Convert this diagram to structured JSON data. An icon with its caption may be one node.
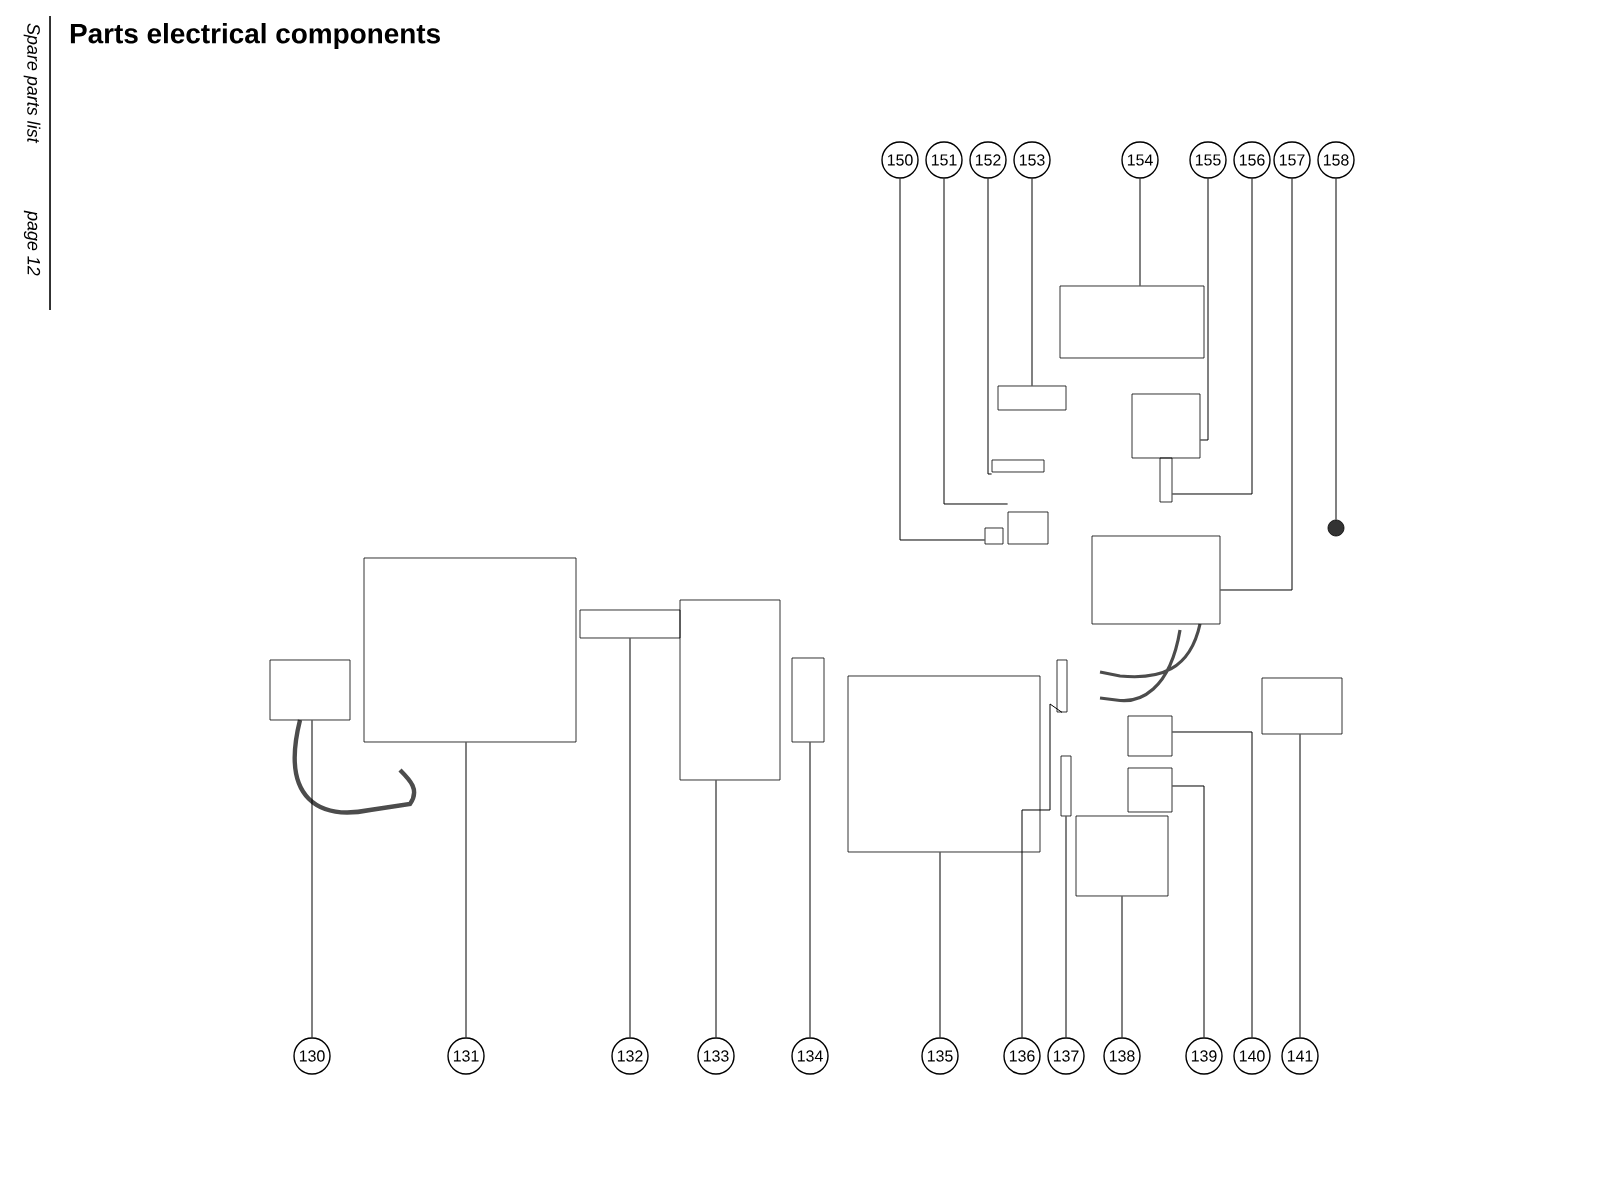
{
  "diagram": {
    "title": "Parts electrical components",
    "nodes": [
      {
        "text": [
          "150"
        ]
      },
      {
        "text": [
          "151"
        ]
      },
      {
        "text": [
          "152"
        ]
      },
      {
        "text": [
          "153"
        ]
      },
      {
        "text": [
          "154"
        ]
      },
      {
        "text": [
          "155"
        ]
      },
      {
        "text": [
          "156"
        ]
      },
      {
        "text": [
          "157"
        ]
      },
      {
        "text": [
          "158"
        ]
      },
      {
        "text": [],
        "shape": "box"
      },
      {
        "text": [],
        "shape": "box"
      },
      {
        "text": [],
        "shape": "box"
      },
      {
        "text": [],
        "shape": "box"
      },
      {
        "text": [],
        "shape": "box"
      },
      {
        "text": [],
        "shape": "box"
      },
      {
        "text": [],
        "shape": "box"
      },
      {
        "text": [],
        "shape": "box"
      },
      {
        "text": [],
        "shape": "circle"
      },
      {
        "text": [],
        "shape": "box"
      },
      {
        "text": [],
        "shape": "box"
      },
      {
        "text": [],
        "shape": "box"
      },
      {
        "text": [],
        "shape": "box"
      },
      {
        "text": [],
        "shape": "box"
      },
      {
        "text": [],
        "shape": "box"
      },
      {
        "text": [],
        "shape": "box"
      },
      {
        "text": [],
        "shape": "box"
      },
      {
        "text": [],
        "shape": "box"
      },
      {
        "text": [],
        "shape": "box"
      },
      {
        "text": [],
        "shape": "box"
      },
      {
        "text": [],
        "shape": "box"
      },
      {
        "text": [
          "130"
        ]
      },
      {
        "text": [
          "131"
        ]
      },
      {
        "text": [
          "132"
        ]
      },
      {
        "text": [
          "133"
        ]
      },
      {
        "text": [
          "134"
        ]
      },
      {
        "text": [
          "135"
        ]
      },
      {
        "text": [
          "136"
        ]
      },
      {
        "text": [
          "137"
        ]
      },
      {
        "text": [
          "138"
        ]
      },
      {
        "text": [
          "139"
        ]
      },
      {
        "text": [
          "140"
        ]
      },
      {
        "text": [
          "141"
        ]
      }
    ],
    "edges": [
      {
        "from": 0,
        "to": 9,
        "arrow": "none"
      },
      {
        "from": 1,
        "to": 10,
        "arrow": "none"
      },
      {
        "from": 2,
        "to": 11,
        "arrow": "none"
      },
      {
        "from": 3,
        "to": 12,
        "arrow": "none"
      },
      {
        "from": 4,
        "to": 13,
        "arrow": "none"
      },
      {
        "from": 5,
        "to": 14,
        "arrow": "none"
      },
      {
        "from": 6,
        "to": 15,
        "arrow": "none"
      },
      {
        "from": 7,
        "to": 16,
        "arrow": "none"
      },
      {
        "from": 8,
        "to": 17,
        "arrow": "none"
      },
      {
        "from": 30,
        "to": 18,
        "arrow": "none"
      },
      {
        "from": 31,
        "to": 19,
        "arrow": "none"
      },
      {
        "from": 32,
        "to": 20,
        "arrow": "none"
      },
      {
        "from": 33,
        "to": 21,
        "arrow": "none"
      },
      {
        "from": 34,
        "to": 22,
        "arrow": "none"
      },
      {
        "from": 35,
        "to": 23,
        "arrow": "none"
      },
      {
        "from": 36,
        "to": 24,
        "arrow": "none"
      },
      {
        "from": 37,
        "to": 25,
        "arrow": "none"
      },
      {
        "from": 38,
        "to": 26,
        "arrow": "none"
      },
      {
        "from": 39,
        "to": 27,
        "arrow": "none"
      },
      {
        "from": 40,
        "to": 28,
        "arrow": "none"
      },
      {
        "from": 41,
        "to": 29,
        "arrow": "none"
      }
    ],
    "labels": [
      "Spare parts list",
      "page 12"
    ]
  }
}
